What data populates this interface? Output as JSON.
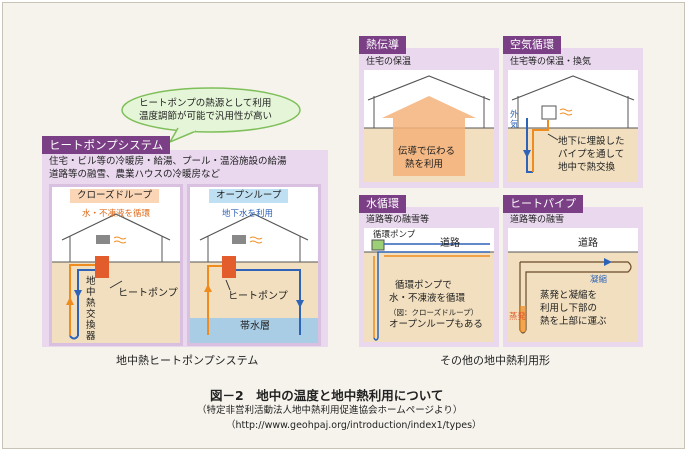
{
  "speech_bubble": [
    "ヒートポンプの熱源として利用",
    "温度調節が可能で汎用性が高い"
  ],
  "main": {
    "title": "ヒートポンプシステム",
    "description": [
      "住宅・ビル等の冷暖房・給湯、プール・温浴施設の給湯",
      "道路等の融雪、農業ハウスの冷暖房など"
    ],
    "closed_loop": {
      "label": "クローズドループ",
      "sub": "水・不凍液を循環",
      "heat_pump": "ヒートポンプ",
      "exchanger": [
        "地",
        "中",
        "熱",
        "交",
        "換",
        "器"
      ]
    },
    "open_loop": {
      "label": "オープンループ",
      "sub": "地下水を利用",
      "heat_pump": "ヒートポンプ",
      "aquifer": "帯水層"
    },
    "caption": "地中熱ヒートポンプシステム"
  },
  "conduction": {
    "title": "熱伝導",
    "subtitle": "住宅の保温",
    "arrow_text": [
      "伝導で伝わる",
      "熱を利用"
    ]
  },
  "air": {
    "title": "空気循環",
    "subtitle": "住宅等の保温・換気",
    "outside_air": [
      "外",
      "気"
    ],
    "description": [
      "地下に埋設した",
      "パイプを通して",
      "地中で熱交換"
    ]
  },
  "water": {
    "title": "水循環",
    "subtitle": "道路等の融雪等",
    "pump_label": "循環ポンプ",
    "road": "道路",
    "description": [
      "循環ポンプで",
      "水・不凍液を循環",
      "（図：クローズドループ）",
      "オープンループもある"
    ]
  },
  "heatpipe": {
    "title": "ヒートパイプ",
    "subtitle": "道路等の融雪",
    "road": "道路",
    "condense": "凝縮",
    "evaporate": "蒸発",
    "description": [
      "蒸発と凝縮を",
      "利用し下部の",
      "熱を上部に運ぶ"
    ]
  },
  "other_caption": "その他の地中熱利用形",
  "figure": {
    "title": "図－2　地中の温度と地中熱利用について",
    "source": "（特定非営利活動法人地中熱利用促進協会ホームページより）",
    "url": "（http://www.geohpaj.org/introduction/index1/types）"
  },
  "colors": {
    "tag": "#7b3f86",
    "panel_border": "#d9bfe0",
    "ground": "#f1dfbf",
    "aquifer": "#a9cde4",
    "heat_arrow": "#f5b27a",
    "pipe_orange": "#f08c1e",
    "pipe_blue": "#2e63b8",
    "pump": "#e25c2c"
  }
}
